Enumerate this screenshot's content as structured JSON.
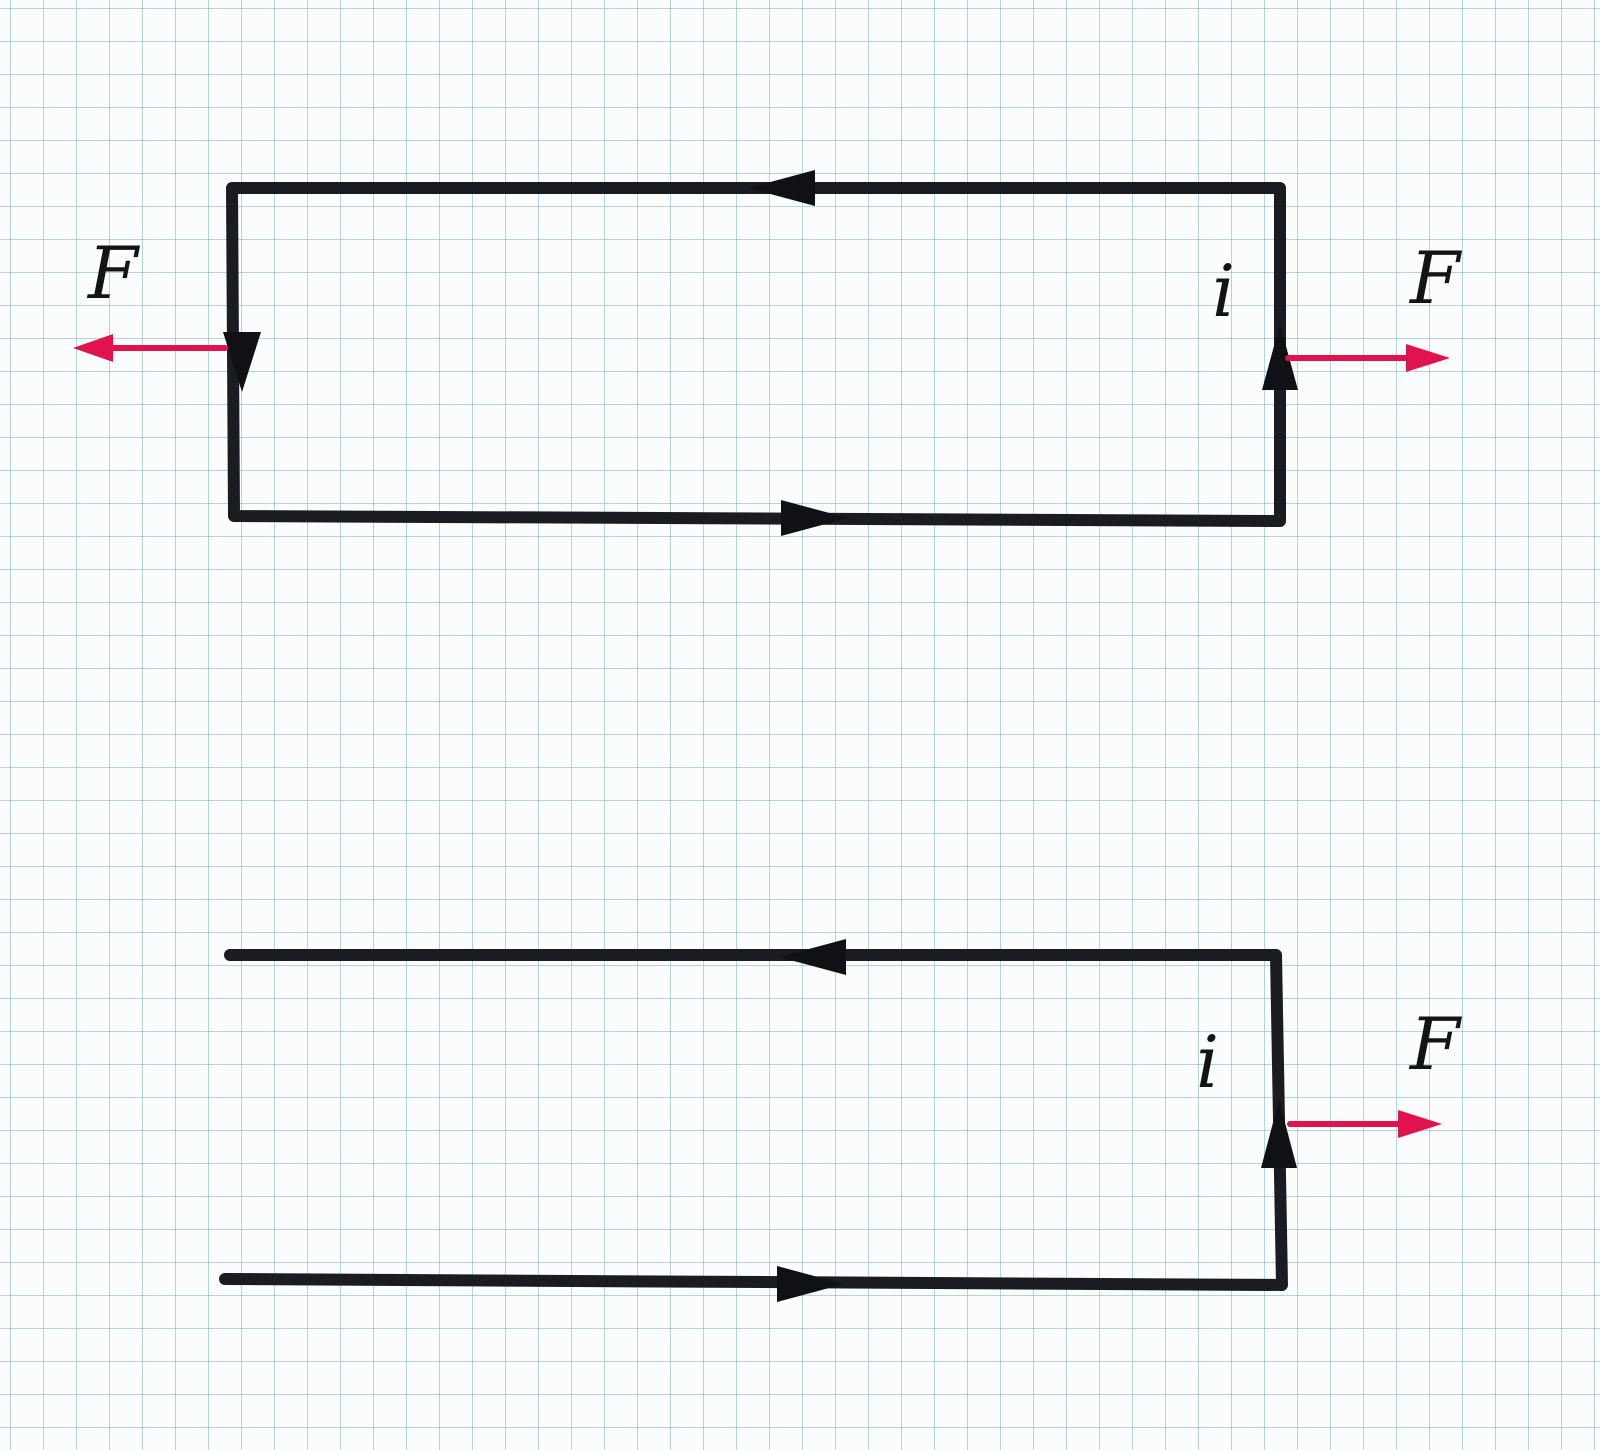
{
  "colors": {
    "wire": "#1b1c22",
    "force_arrow": "#e0134f",
    "grid_line": "#78afcd",
    "paper": "#fbfdfd"
  },
  "upper_loop": {
    "current_label": "i",
    "force_label_left": "F",
    "force_label_right": "F"
  },
  "lower_loop": {
    "current_label": "i",
    "force_label_right": "F"
  }
}
